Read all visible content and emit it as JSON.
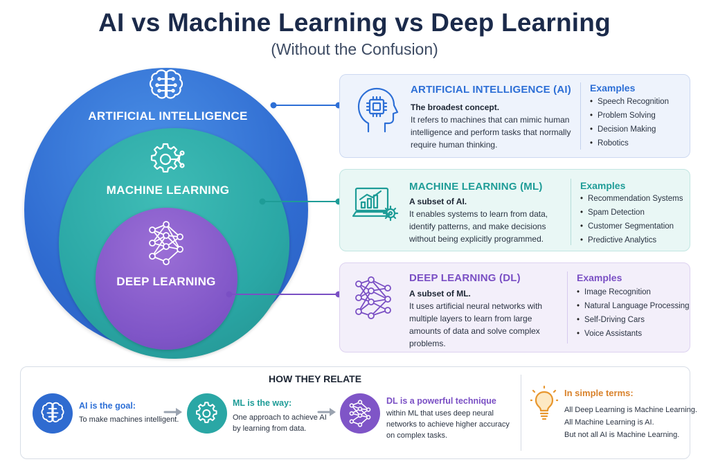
{
  "title": "AI vs Machine Learning vs Deep Learning",
  "subtitle": "(Without the Confusion)",
  "circles": {
    "ai_label": "ARTIFICIAL INTELLIGENCE",
    "ml_label": "MACHINE LEARNING",
    "dl_label": "DEEP LEARNING"
  },
  "colors": {
    "ai": "#2f6bd0",
    "ml": "#2aa7a5",
    "dl": "#7f55c7",
    "ai_accent": "#2d6fd6",
    "ml_accent": "#1e9c97",
    "dl_accent": "#7a4fc4",
    "simple_accent": "#d9822b"
  },
  "cards": {
    "ai": {
      "icon": "head-chip-icon",
      "title": "ARTIFICIAL INTELLIGENCE (AI)",
      "lead": "The broadest concept.",
      "desc": [
        "It refers to machines that can mimic human",
        "intelligence and perform tasks that normally",
        "require human thinking."
      ],
      "examples_title": "Examples",
      "examples": [
        "Speech Recognition",
        "Problem Solving",
        "Decision Making",
        "Robotics"
      ]
    },
    "ml": {
      "icon": "laptop-chart-icon",
      "title": "MACHINE LEARNING (ML)",
      "lead": "A subset of AI.",
      "desc": [
        "It enables systems to learn from data,",
        "identify patterns, and make decisions",
        "without being explicitly programmed."
      ],
      "examples_title": "Examples",
      "examples": [
        "Recommendation Systems",
        "Spam Detection",
        "Customer Segmentation",
        "Predictive Analytics"
      ]
    },
    "dl": {
      "icon": "neural-network-icon",
      "title": "DEEP LEARNING (DL)",
      "lead": "A subset of ML.",
      "desc": [
        "It uses artificial neural networks with",
        "multiple layers to learn from large",
        "amounts of data and solve complex",
        "problems."
      ],
      "examples_title": "Examples",
      "examples": [
        "Image Recognition",
        "Natural Language Processing",
        "Self-Driving Cars",
        "Voice Assistants"
      ]
    }
  },
  "relate": {
    "title": "HOW THEY RELATE",
    "ai": {
      "head": "AI is the goal:",
      "desc": [
        "To make machines intelligent."
      ]
    },
    "ml": {
      "head": "ML is the way:",
      "desc": [
        "One approach to achieve AI",
        "by learning from data."
      ]
    },
    "dl": {
      "head": "DL is a powerful technique",
      "desc": [
        "within ML that uses deep neural",
        "networks to achieve higher accuracy",
        "on complex tasks."
      ]
    }
  },
  "simple": {
    "icon": "lightbulb-icon",
    "head": "In simple terms:",
    "lines": [
      "All Deep Learning is Machine Learning.",
      "All Machine Learning is AI.",
      "But not all AI is Machine Learning."
    ]
  }
}
